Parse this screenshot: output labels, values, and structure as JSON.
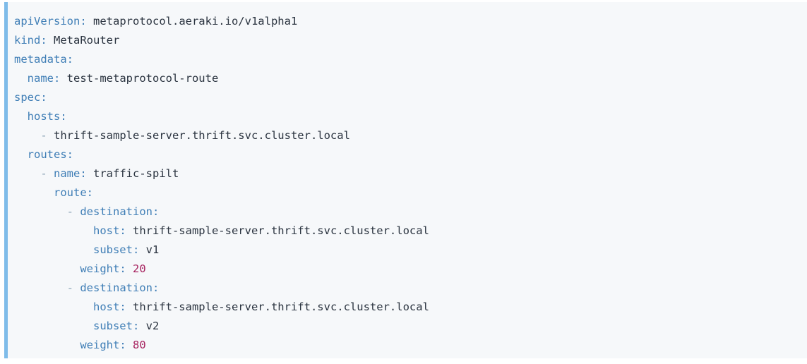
{
  "document": {
    "kind": "yaml-code-block",
    "language": "yaml",
    "accent_color": "#7fbce9",
    "background_color": "#f6f8fa",
    "key_color": "#3f7eb6",
    "value_color": "#2b3440",
    "number_color": "#a6215e",
    "dash_color": "#8fa6b8"
  },
  "resource": {
    "apiVersion": "metaprotocol.aeraki.io/v1alpha1",
    "kind": "MetaRouter",
    "metadata_name": "test-metaprotocol-route",
    "spec_hosts": [
      "thrift-sample-server.thrift.svc.cluster.local"
    ],
    "route_name": "traffic-spilt",
    "destinations": [
      {
        "host": "thrift-sample-server.thrift.svc.cluster.local",
        "subset": "v1",
        "weight": "20"
      },
      {
        "host": "thrift-sample-server.thrift.svc.cluster.local",
        "subset": "v2",
        "weight": "80"
      }
    ]
  },
  "lines": [
    {
      "indent": "",
      "key": "apiVersion",
      "sep": ": ",
      "value": "metaprotocol.aeraki.io/v1alpha1",
      "type": "string"
    },
    {
      "indent": "",
      "key": "kind",
      "sep": ": ",
      "value": "MetaRouter",
      "type": "string"
    },
    {
      "indent": "",
      "key": "metadata",
      "sep": ":",
      "value": "",
      "type": "mapping"
    },
    {
      "indent": "  ",
      "key": "name",
      "sep": ": ",
      "value": "test-metaprotocol-route",
      "type": "string"
    },
    {
      "indent": "",
      "key": "spec",
      "sep": ":",
      "value": "",
      "type": "mapping"
    },
    {
      "indent": "  ",
      "key": "hosts",
      "sep": ":",
      "value": "",
      "type": "mapping"
    },
    {
      "indent": "    ",
      "dash": "- ",
      "key": "",
      "sep": "",
      "value": "thrift-sample-server.thrift.svc.cluster.local",
      "type": "seq-string"
    },
    {
      "indent": "  ",
      "key": "routes",
      "sep": ":",
      "value": "",
      "type": "mapping"
    },
    {
      "indent": "    ",
      "dash": "- ",
      "key": "name",
      "sep": ": ",
      "value": "traffic-spilt",
      "type": "seq-mapping"
    },
    {
      "indent": "      ",
      "key": "route",
      "sep": ":",
      "value": "",
      "type": "mapping"
    },
    {
      "indent": "        ",
      "dash": "- ",
      "key": "destination",
      "sep": ":",
      "value": "",
      "type": "seq-mapping"
    },
    {
      "indent": "            ",
      "key": "host",
      "sep": ": ",
      "value": "thrift-sample-server.thrift.svc.cluster.local",
      "type": "string"
    },
    {
      "indent": "            ",
      "key": "subset",
      "sep": ": ",
      "value": "v1",
      "type": "string"
    },
    {
      "indent": "          ",
      "key": "weight",
      "sep": ": ",
      "value": "20",
      "type": "number"
    },
    {
      "indent": "        ",
      "dash": "- ",
      "key": "destination",
      "sep": ":",
      "value": "",
      "type": "seq-mapping"
    },
    {
      "indent": "            ",
      "key": "host",
      "sep": ": ",
      "value": "thrift-sample-server.thrift.svc.cluster.local",
      "type": "string"
    },
    {
      "indent": "            ",
      "key": "subset",
      "sep": ": ",
      "value": "v2",
      "type": "string"
    },
    {
      "indent": "          ",
      "key": "weight",
      "sep": ": ",
      "value": "80",
      "type": "number"
    }
  ]
}
